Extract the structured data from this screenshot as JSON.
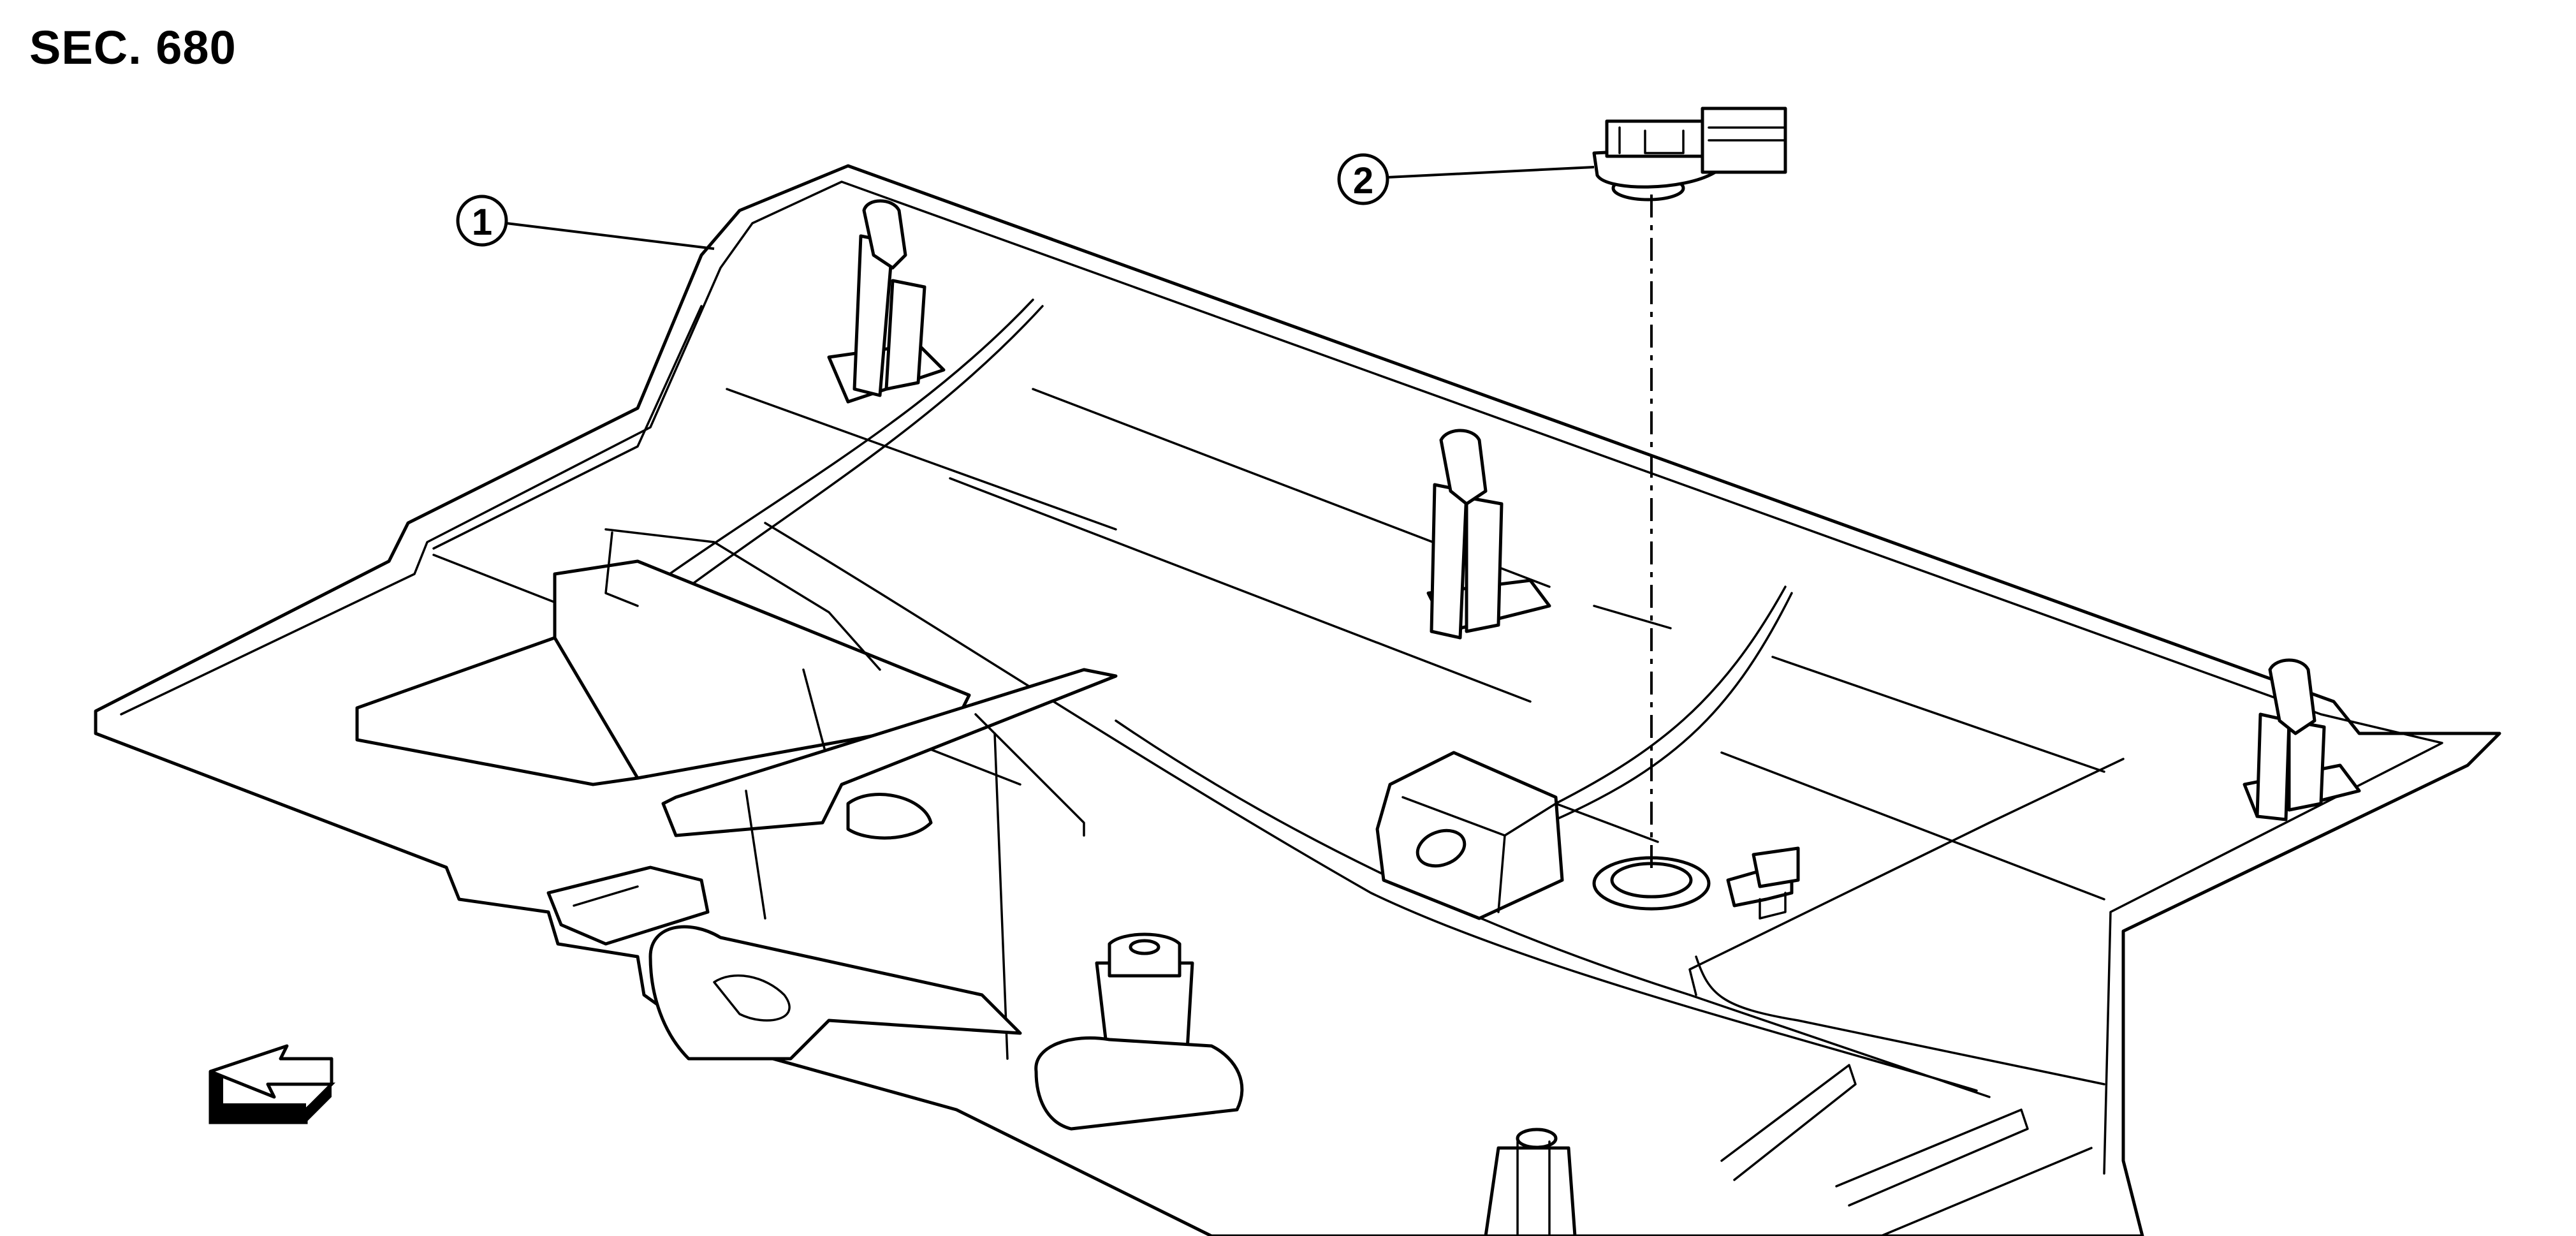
{
  "section_code": "SEC. 680",
  "callouts": [
    {
      "id": "1",
      "label": "①",
      "part": "instrument-lower-panel"
    },
    {
      "id": "2",
      "label": "②",
      "part": "connector-switch"
    }
  ],
  "icons": {
    "front_direction": "front-arrow-icon"
  }
}
